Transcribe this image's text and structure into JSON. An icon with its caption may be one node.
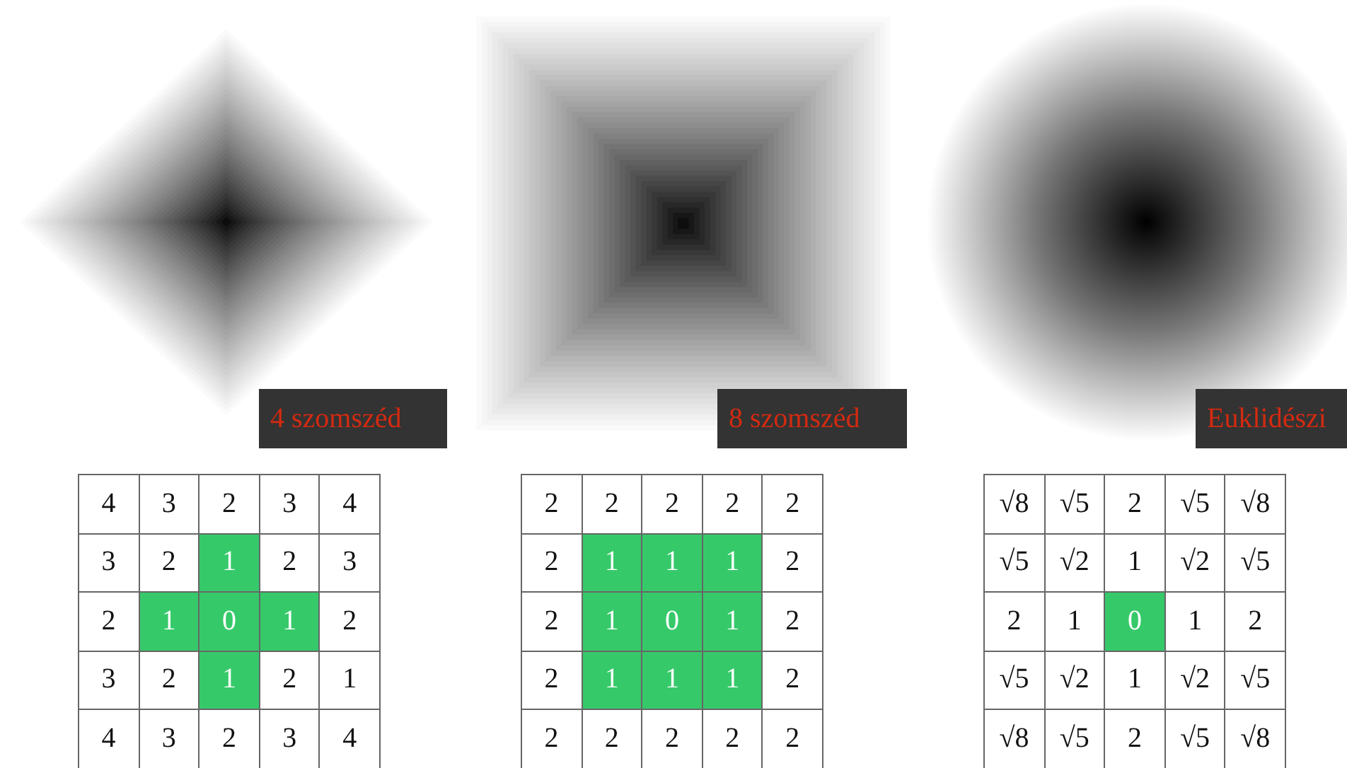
{
  "diagram": {
    "labels": [
      "4 szomszéd",
      "8 szomszéd",
      "Euklidészi",
      "4",
      "3",
      "2",
      "3",
      "4",
      "3",
      "2",
      "1",
      "2",
      "3",
      "2",
      "1",
      "0",
      "1",
      "2",
      "3",
      "2",
      "1",
      "2",
      "1",
      "4",
      "3",
      "2",
      "3",
      "4",
      "2",
      "2",
      "2",
      "2",
      "2",
      "2",
      "1",
      "1",
      "1",
      "2",
      "2",
      "1",
      "0",
      "1",
      "2",
      "2",
      "1",
      "1",
      "1",
      "2",
      "2",
      "2",
      "2",
      "2",
      "2",
      "√8",
      "√5",
      "2",
      "√5",
      "√8",
      "√5",
      "√2",
      "1",
      "√2",
      "√5",
      "2",
      "1",
      "0",
      "1",
      "2",
      "√5",
      "√2",
      "1",
      "√2",
      "√5",
      "√8",
      "√5",
      "2",
      "√5",
      "√8"
    ]
  }
}
